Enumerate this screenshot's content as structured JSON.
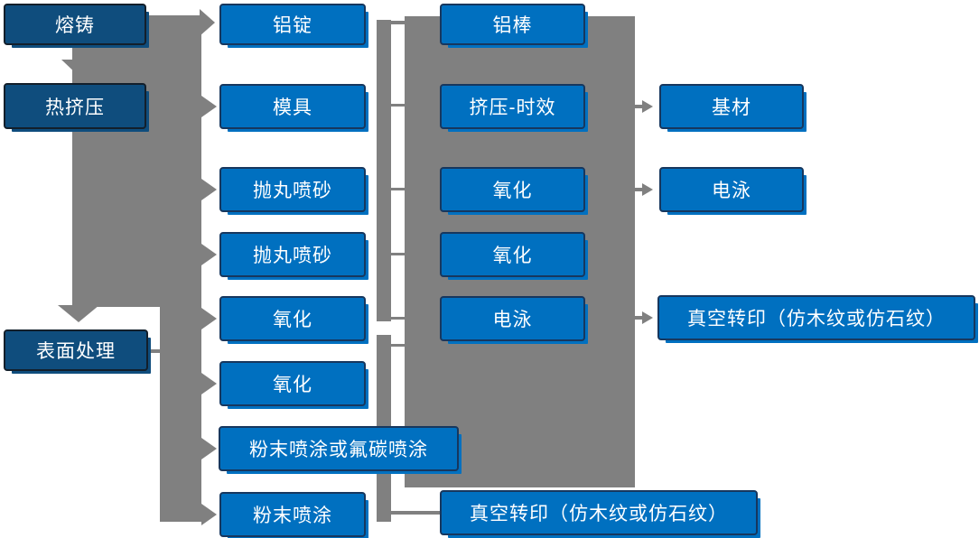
{
  "diagram": {
    "type": "flowchart",
    "description": "Aluminum profile production process flow (smelting/casting, hot extrusion, surface treatment stages)",
    "colors": {
      "node_fill_bright": "#0070C0",
      "node_fill_dark": "#0F4D7D",
      "node_border": "#17375E",
      "connector_gray": "#808080",
      "text": "#FFFFFF",
      "background": "#FFFFFF"
    }
  },
  "nodes": {
    "rongzhu": {
      "label": "熔铸"
    },
    "rejiya": {
      "label": "热挤压"
    },
    "biaomian": {
      "label": "表面处理"
    },
    "luding": {
      "label": "铝锭"
    },
    "muju": {
      "label": "模具"
    },
    "paowan1": {
      "label": "抛丸喷砂"
    },
    "paowan2": {
      "label": "抛丸喷砂"
    },
    "yanghua1": {
      "label": "氧化"
    },
    "yanghua2": {
      "label": "氧化"
    },
    "fenmo_futan": {
      "label": "粉末喷涂或氟碳喷涂"
    },
    "fenmo": {
      "label": "粉末喷涂"
    },
    "lubang": {
      "label": "铝棒"
    },
    "jiya_shixiao": {
      "label": "挤压-时效"
    },
    "yanghua3": {
      "label": "氧化"
    },
    "yanghua4": {
      "label": "氧化"
    },
    "dianyong1": {
      "label": "电泳"
    },
    "zhenkong_bottom": {
      "label": "真空转印（仿木纹或仿石纹）"
    },
    "jicai": {
      "label": "基材"
    },
    "dianyong2": {
      "label": "电泳"
    },
    "zhenkong_right": {
      "label": "真空转印（仿木纹或仿石纹）"
    }
  }
}
